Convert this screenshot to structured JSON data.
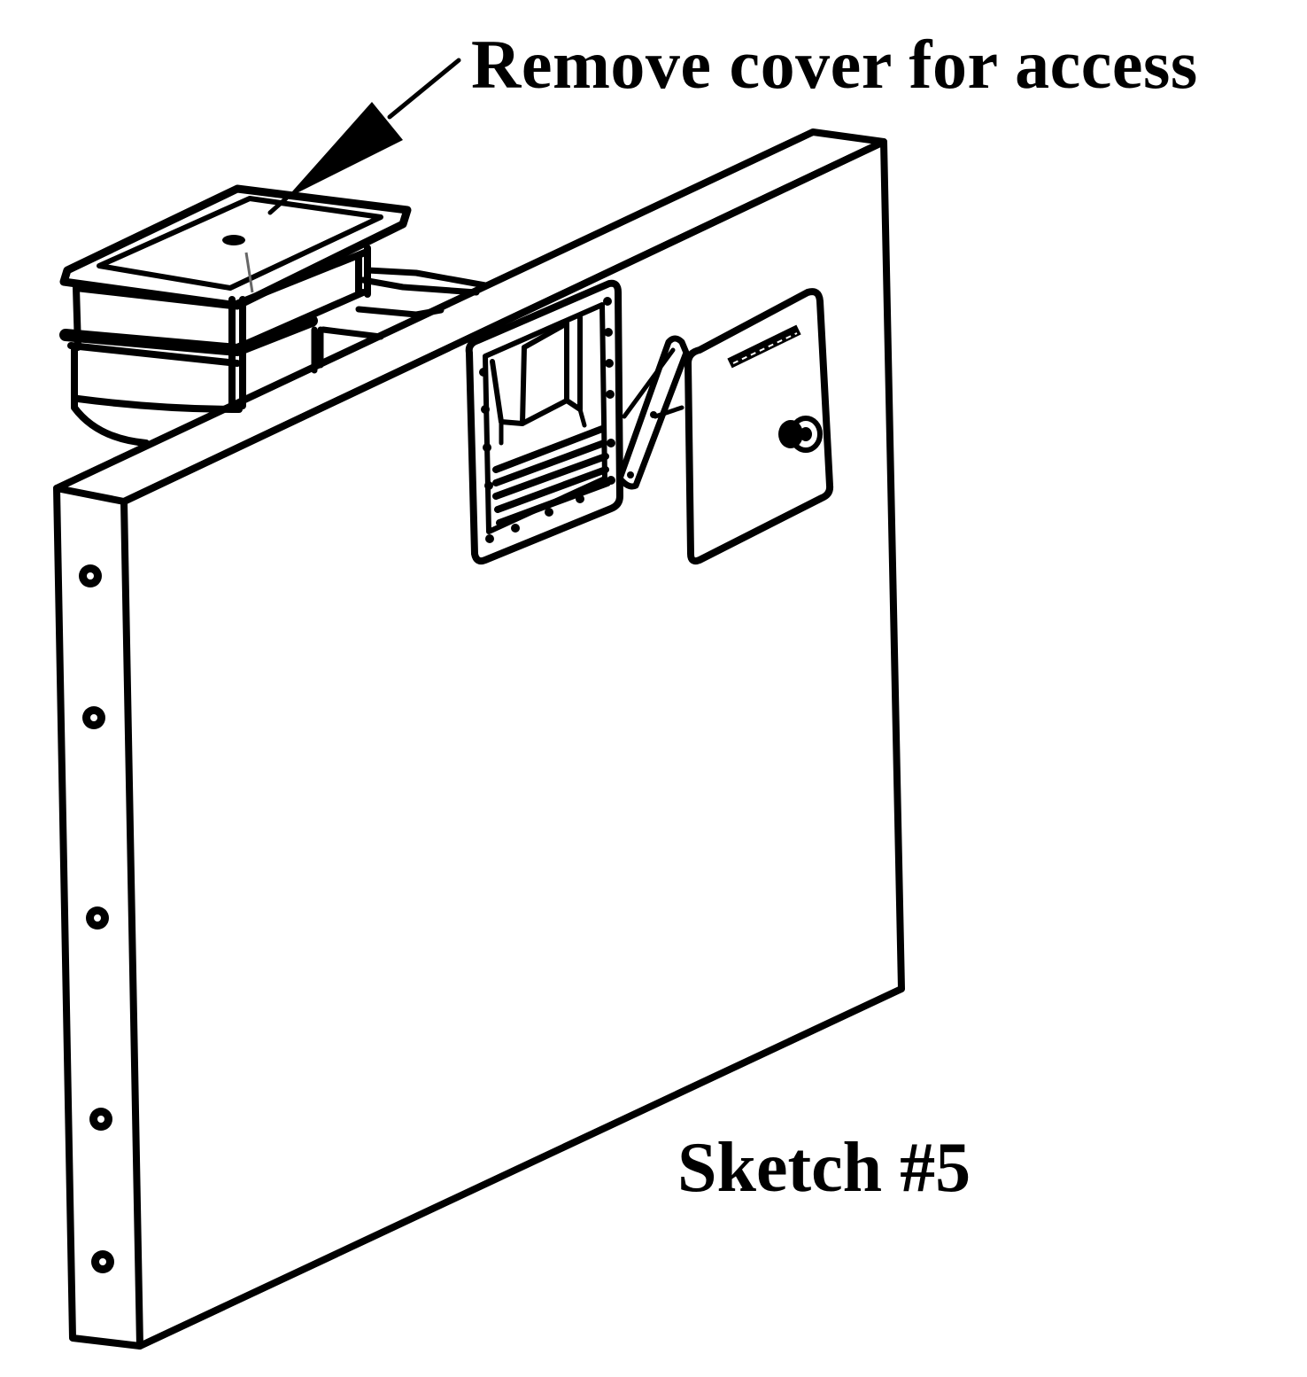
{
  "callout": {
    "text": "Remove cover for access"
  },
  "sketch": {
    "label": "Sketch #5"
  },
  "colors": {
    "ink": "#000000",
    "background": "#ffffff"
  },
  "icons": {
    "callout_arrow": "arrow-pointer",
    "panel": "access-panel",
    "junction_box": "junction-box",
    "door": "hinged-door"
  }
}
